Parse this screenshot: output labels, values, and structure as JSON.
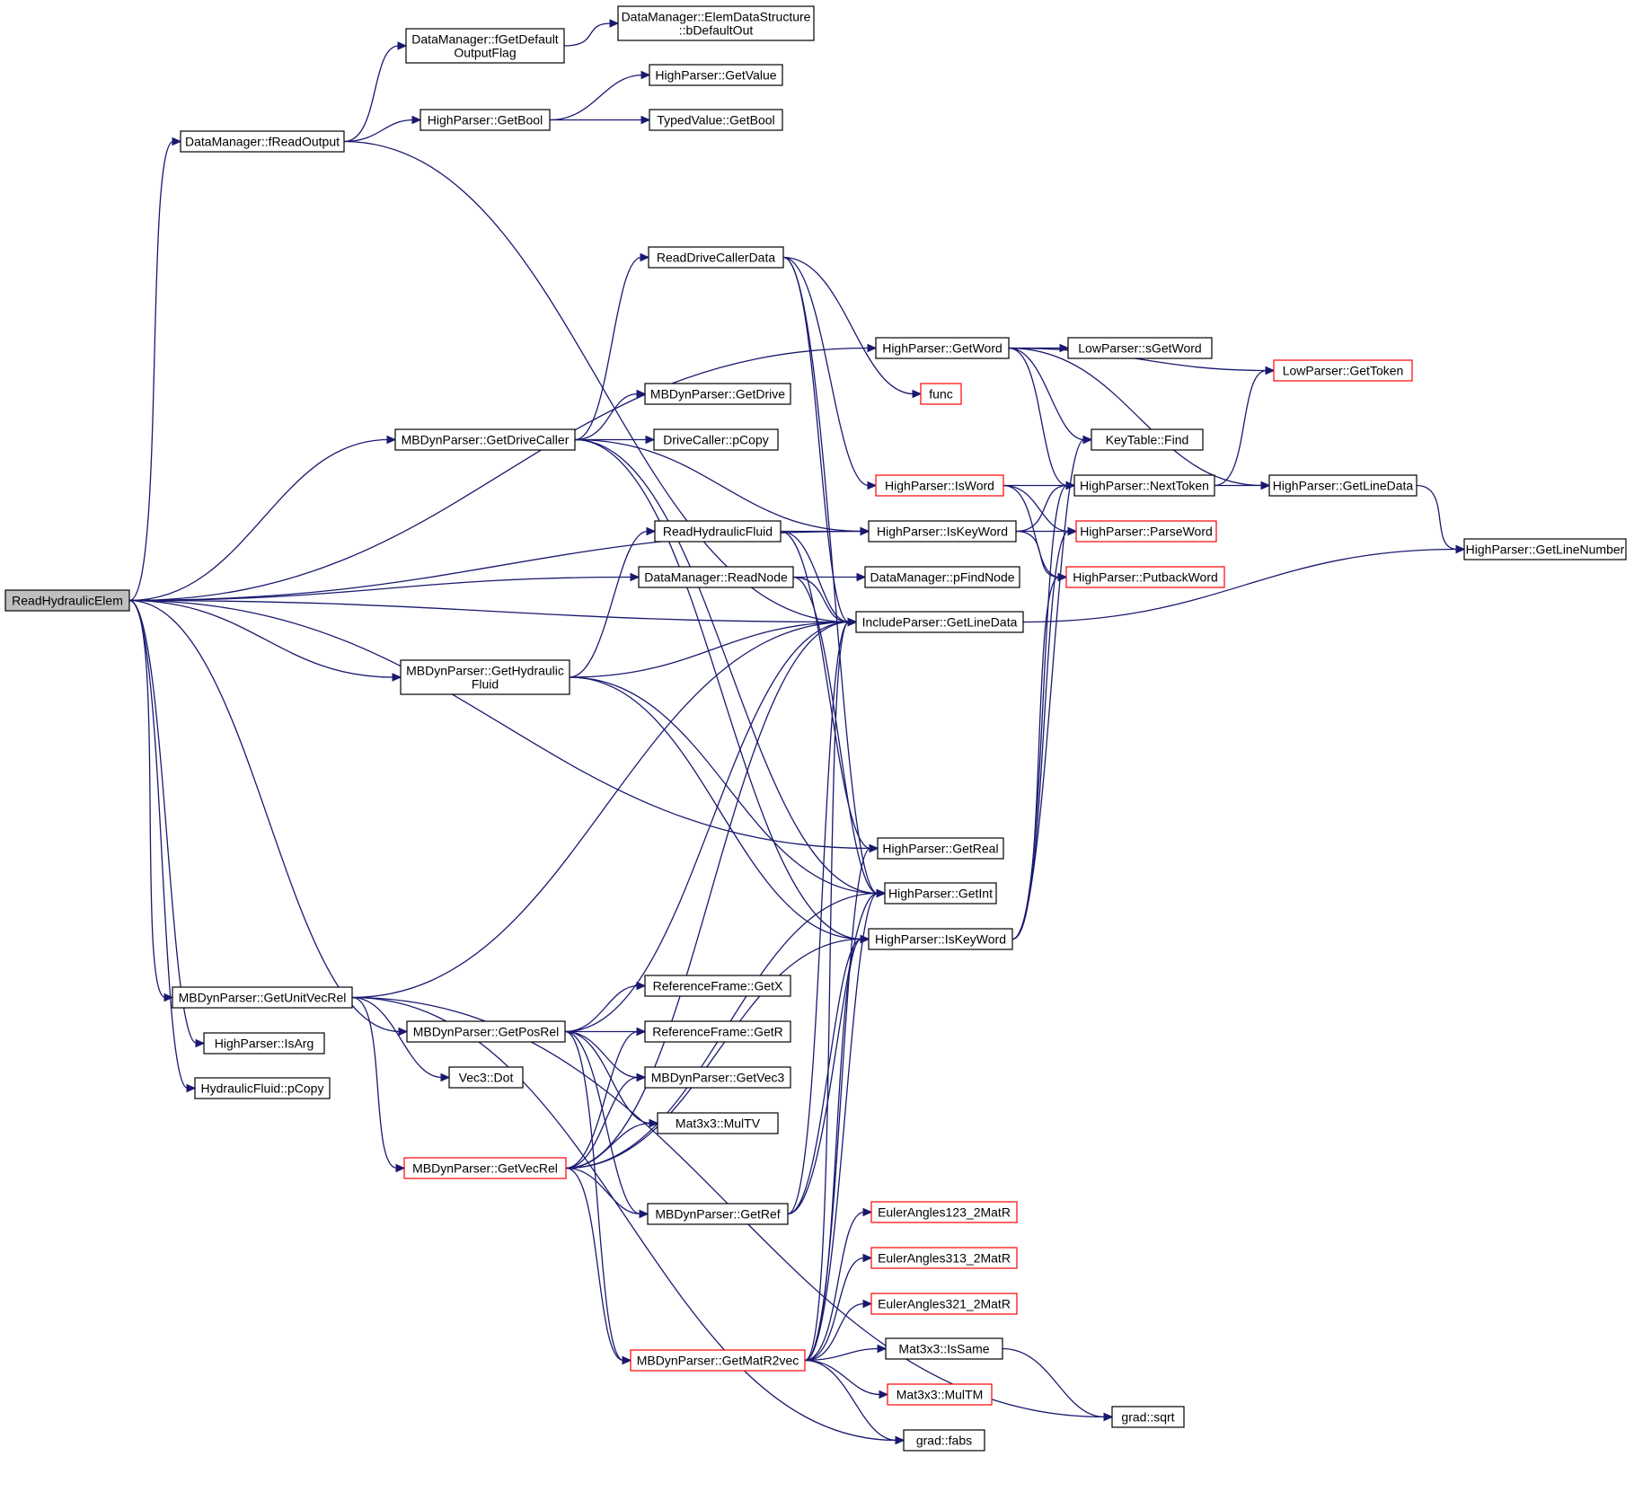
{
  "colors": {
    "edge": "#191970",
    "box_border": "#000000",
    "truncated_border": "#ff0000",
    "root_fill": "#bfbfbf"
  },
  "nodes": [
    {
      "id": "readHydraulicElem",
      "lines": [
        "ReadHydraulicElem"
      ],
      "root": true
    },
    {
      "id": "dmFReadOutput",
      "lines": [
        "DataManager::fReadOutput"
      ]
    },
    {
      "id": "dmFGetDefaultOutputFlag",
      "lines": [
        "DataManager::fGetDefault",
        "OutputFlag"
      ]
    },
    {
      "id": "edsBDefaultOut",
      "lines": [
        "DataManager::ElemDataStructure",
        "::bDefaultOut"
      ]
    },
    {
      "id": "hpGetValue",
      "lines": [
        "HighParser::GetValue"
      ]
    },
    {
      "id": "hpGetBool",
      "lines": [
        "HighParser::GetBool"
      ]
    },
    {
      "id": "tvGetBool",
      "lines": [
        "TypedValue::GetBool"
      ]
    },
    {
      "id": "readDriveCallerData",
      "lines": [
        "ReadDriveCallerData"
      ]
    },
    {
      "id": "hpGetWord",
      "lines": [
        "HighParser::GetWord"
      ]
    },
    {
      "id": "lpSGetWord",
      "lines": [
        "LowParser::sGetWord"
      ]
    },
    {
      "id": "lpGetToken",
      "lines": [
        "LowParser::GetToken"
      ],
      "red": true
    },
    {
      "id": "func",
      "lines": [
        "func"
      ],
      "red": true
    },
    {
      "id": "mbGetDrive",
      "lines": [
        "MBDynParser::GetDrive"
      ]
    },
    {
      "id": "mbGetDriveCaller",
      "lines": [
        "MBDynParser::GetDriveCaller"
      ]
    },
    {
      "id": "dcPCopy",
      "lines": [
        "DriveCaller::pCopy"
      ]
    },
    {
      "id": "ktFind",
      "lines": [
        "KeyTable::Find"
      ]
    },
    {
      "id": "hpIsWord",
      "lines": [
        "HighParser::IsWord"
      ],
      "red": true
    },
    {
      "id": "hpNextToken",
      "lines": [
        "HighParser::NextToken"
      ]
    },
    {
      "id": "hpGetLineData",
      "lines": [
        "HighParser::GetLineData"
      ]
    },
    {
      "id": "readHydraulicFluid",
      "lines": [
        "ReadHydraulicFluid"
      ]
    },
    {
      "id": "hpIsKeyWord1",
      "lines": [
        "HighParser::IsKeyWord"
      ]
    },
    {
      "id": "hpParseWord",
      "lines": [
        "HighParser::ParseWord"
      ],
      "red": true
    },
    {
      "id": "hpGetLineNumber",
      "lines": [
        "HighParser::GetLineNumber"
      ]
    },
    {
      "id": "dmReadNode",
      "lines": [
        "DataManager::ReadNode"
      ]
    },
    {
      "id": "dmPFindNode",
      "lines": [
        "DataManager::pFindNode"
      ]
    },
    {
      "id": "hpPutbackWord",
      "lines": [
        "HighParser::PutbackWord"
      ],
      "red": true
    },
    {
      "id": "ipGetLineData",
      "lines": [
        "IncludeParser::GetLineData"
      ]
    },
    {
      "id": "mbGetHydraulicFluid",
      "lines": [
        "MBDynParser::GetHydraulic",
        "Fluid"
      ]
    },
    {
      "id": "hpGetReal",
      "lines": [
        "HighParser::GetReal"
      ]
    },
    {
      "id": "hpGetInt",
      "lines": [
        "HighParser::GetInt"
      ]
    },
    {
      "id": "hpIsKeyWord2",
      "lines": [
        "HighParser::IsKeyWord"
      ]
    },
    {
      "id": "mbGetUnitVecRel",
      "lines": [
        "MBDynParser::GetUnitVecRel"
      ]
    },
    {
      "id": "mbGetPosRel",
      "lines": [
        "MBDynParser::GetPosRel"
      ]
    },
    {
      "id": "rfGetX",
      "lines": [
        "ReferenceFrame::GetX"
      ]
    },
    {
      "id": "rfGetR",
      "lines": [
        "ReferenceFrame::GetR"
      ]
    },
    {
      "id": "hpIsArg",
      "lines": [
        "HighParser::IsArg"
      ]
    },
    {
      "id": "vec3Dot",
      "lines": [
        "Vec3::Dot"
      ]
    },
    {
      "id": "mbGetVec3",
      "lines": [
        "MBDynParser::GetVec3"
      ]
    },
    {
      "id": "hfPCopy",
      "lines": [
        "HydraulicFluid::pCopy"
      ]
    },
    {
      "id": "matMulTV",
      "lines": [
        "Mat3x3::MulTV"
      ]
    },
    {
      "id": "mbGetVecRel",
      "lines": [
        "MBDynParser::GetVecRel"
      ],
      "red": true
    },
    {
      "id": "mbGetRef",
      "lines": [
        "MBDynParser::GetRef"
      ]
    },
    {
      "id": "euler123",
      "lines": [
        "EulerAngles123_2MatR"
      ],
      "red": true
    },
    {
      "id": "euler313",
      "lines": [
        "EulerAngles313_2MatR"
      ],
      "red": true
    },
    {
      "id": "euler321",
      "lines": [
        "EulerAngles321_2MatR"
      ],
      "red": true
    },
    {
      "id": "matIsSame",
      "lines": [
        "Mat3x3::IsSame"
      ]
    },
    {
      "id": "mbGetMatR2vec",
      "lines": [
        "MBDynParser::GetMatR2vec"
      ],
      "red": true
    },
    {
      "id": "matMulTM",
      "lines": [
        "Mat3x3::MulTM"
      ],
      "red": true
    },
    {
      "id": "gradSqrt",
      "lines": [
        "grad::sqrt"
      ]
    },
    {
      "id": "gradFabs",
      "lines": [
        "grad::fabs"
      ]
    }
  ],
  "edges": [
    [
      "readHydraulicElem",
      "dmFReadOutput"
    ],
    [
      "readHydraulicElem",
      "hpGetWord"
    ],
    [
      "readHydraulicElem",
      "ipGetLineData"
    ],
    [
      "readHydraulicElem",
      "mbGetDriveCaller"
    ],
    [
      "readHydraulicElem",
      "hpIsKeyWord1"
    ],
    [
      "readHydraulicElem",
      "dmReadNode"
    ],
    [
      "readHydraulicElem",
      "hpGetReal"
    ],
    [
      "readHydraulicElem",
      "mbGetHydraulicFluid"
    ],
    [
      "readHydraulicElem",
      "mbGetPosRel"
    ],
    [
      "readHydraulicElem",
      "mbGetUnitVecRel"
    ],
    [
      "readHydraulicElem",
      "hpIsArg"
    ],
    [
      "readHydraulicElem",
      "hfPCopy"
    ],
    [
      "dmFReadOutput",
      "dmFGetDefaultOutputFlag"
    ],
    [
      "dmFReadOutput",
      "hpGetBool"
    ],
    [
      "dmFReadOutput",
      "ipGetLineData"
    ],
    [
      "dmFGetDefaultOutputFlag",
      "edsBDefaultOut"
    ],
    [
      "hpGetBool",
      "hpGetValue"
    ],
    [
      "hpGetBool",
      "tvGetBool"
    ],
    [
      "mbGetDriveCaller",
      "readDriveCallerData"
    ],
    [
      "mbGetDriveCaller",
      "mbGetDrive"
    ],
    [
      "mbGetDriveCaller",
      "dcPCopy"
    ],
    [
      "mbGetDriveCaller",
      "hpIsKeyWord1"
    ],
    [
      "mbGetDriveCaller",
      "hpGetInt"
    ],
    [
      "mbGetDriveCaller",
      "hpIsKeyWord2"
    ],
    [
      "readDriveCallerData",
      "func"
    ],
    [
      "readDriveCallerData",
      "hpIsWord"
    ],
    [
      "readDriveCallerData",
      "ipGetLineData"
    ],
    [
      "readDriveCallerData",
      "hpGetInt"
    ],
    [
      "hpGetWord",
      "lpSGetWord"
    ],
    [
      "hpGetWord",
      "lpGetToken"
    ],
    [
      "hpGetWord",
      "ktFind"
    ],
    [
      "hpGetWord",
      "hpNextToken"
    ],
    [
      "hpGetWord",
      "hpGetLineData"
    ],
    [
      "hpIsWord",
      "hpNextToken"
    ],
    [
      "hpIsWord",
      "hpParseWord"
    ],
    [
      "hpIsWord",
      "hpPutbackWord"
    ],
    [
      "hpNextToken",
      "lpGetToken"
    ],
    [
      "hpNextToken",
      "hpGetLineData"
    ],
    [
      "hpGetLineData",
      "hpGetLineNumber"
    ],
    [
      "readHydraulicFluid",
      "hpIsKeyWord1"
    ],
    [
      "readHydraulicFluid",
      "ipGetLineData"
    ],
    [
      "readHydraulicFluid",
      "hpGetReal"
    ],
    [
      "hpIsKeyWord1",
      "hpNextToken"
    ],
    [
      "hpIsKeyWord1",
      "hpParseWord"
    ],
    [
      "hpIsKeyWord1",
      "hpPutbackWord"
    ],
    [
      "dmReadNode",
      "dmPFindNode"
    ],
    [
      "dmReadNode",
      "ipGetLineData"
    ],
    [
      "dmReadNode",
      "hpGetInt"
    ],
    [
      "ipGetLineData",
      "hpGetLineNumber"
    ],
    [
      "mbGetHydraulicFluid",
      "readHydraulicFluid"
    ],
    [
      "mbGetHydraulicFluid",
      "ipGetLineData"
    ],
    [
      "mbGetHydraulicFluid",
      "hpGetInt"
    ],
    [
      "mbGetHydraulicFluid",
      "hpIsKeyWord2"
    ],
    [
      "hpIsKeyWord2",
      "ktFind"
    ],
    [
      "hpIsKeyWord2",
      "hpNextToken"
    ],
    [
      "hpIsKeyWord2",
      "hpParseWord"
    ],
    [
      "hpIsKeyWord2",
      "hpPutbackWord"
    ],
    [
      "mbGetUnitVecRel",
      "ipGetLineData"
    ],
    [
      "mbGetUnitVecRel",
      "vec3Dot"
    ],
    [
      "mbGetUnitVecRel",
      "mbGetVecRel"
    ],
    [
      "mbGetUnitVecRel",
      "gradSqrt"
    ],
    [
      "mbGetUnitVecRel",
      "gradFabs"
    ],
    [
      "mbGetPosRel",
      "ipGetLineData"
    ],
    [
      "mbGetPosRel",
      "rfGetX"
    ],
    [
      "mbGetPosRel",
      "rfGetR"
    ],
    [
      "mbGetPosRel",
      "mbGetVec3"
    ],
    [
      "mbGetPosRel",
      "matMulTV"
    ],
    [
      "mbGetPosRel",
      "mbGetRef"
    ],
    [
      "mbGetPosRel",
      "mbGetMatR2vec"
    ],
    [
      "mbGetVecRel",
      "rfGetR"
    ],
    [
      "mbGetVecRel",
      "mbGetVec3"
    ],
    [
      "mbGetVecRel",
      "matMulTV"
    ],
    [
      "mbGetVecRel",
      "mbGetRef"
    ],
    [
      "mbGetVecRel",
      "hpGetInt"
    ],
    [
      "mbGetVecRel",
      "hpIsKeyWord2"
    ],
    [
      "mbGetVecRel",
      "mbGetMatR2vec"
    ],
    [
      "mbGetVecRel",
      "ipGetLineData"
    ],
    [
      "mbGetRef",
      "hpIsKeyWord2"
    ],
    [
      "mbGetRef",
      "ipGetLineData"
    ],
    [
      "mbGetRef",
      "hpGetInt"
    ],
    [
      "mbGetMatR2vec",
      "euler123"
    ],
    [
      "mbGetMatR2vec",
      "euler313"
    ],
    [
      "mbGetMatR2vec",
      "euler321"
    ],
    [
      "mbGetMatR2vec",
      "matIsSame"
    ],
    [
      "mbGetMatR2vec",
      "matMulTM"
    ],
    [
      "mbGetMatR2vec",
      "gradFabs"
    ],
    [
      "mbGetMatR2vec",
      "hpGetReal"
    ],
    [
      "mbGetMatR2vec",
      "hpGetInt"
    ],
    [
      "mbGetMatR2vec",
      "hpIsKeyWord2"
    ],
    [
      "mbGetMatR2vec",
      "ipGetLineData"
    ],
    [
      "matIsSame",
      "gradSqrt"
    ]
  ]
}
